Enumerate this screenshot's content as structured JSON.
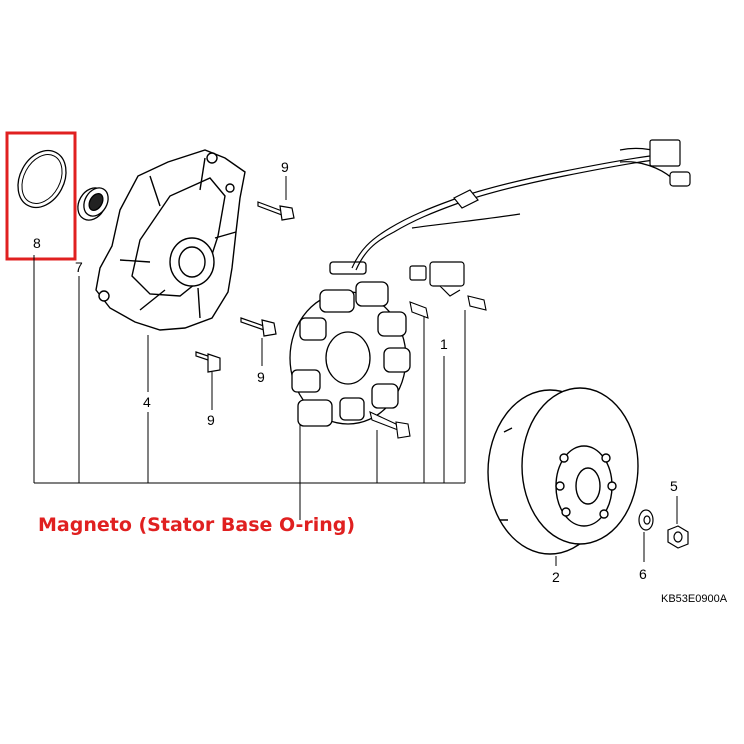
{
  "caption": "Magneto (Stator Base O-ring)",
  "diagram_code": "KB53E0900A",
  "highlight_color": "#e02020",
  "callouts": {
    "o_ring": "8",
    "oil_seal": "7",
    "stator_base": "4",
    "bolt_top": "9",
    "bolt_mid": "9",
    "bolt_low": "9",
    "pulse_generator": "1",
    "flywheel": "2",
    "washer": "6",
    "nut": "5"
  }
}
